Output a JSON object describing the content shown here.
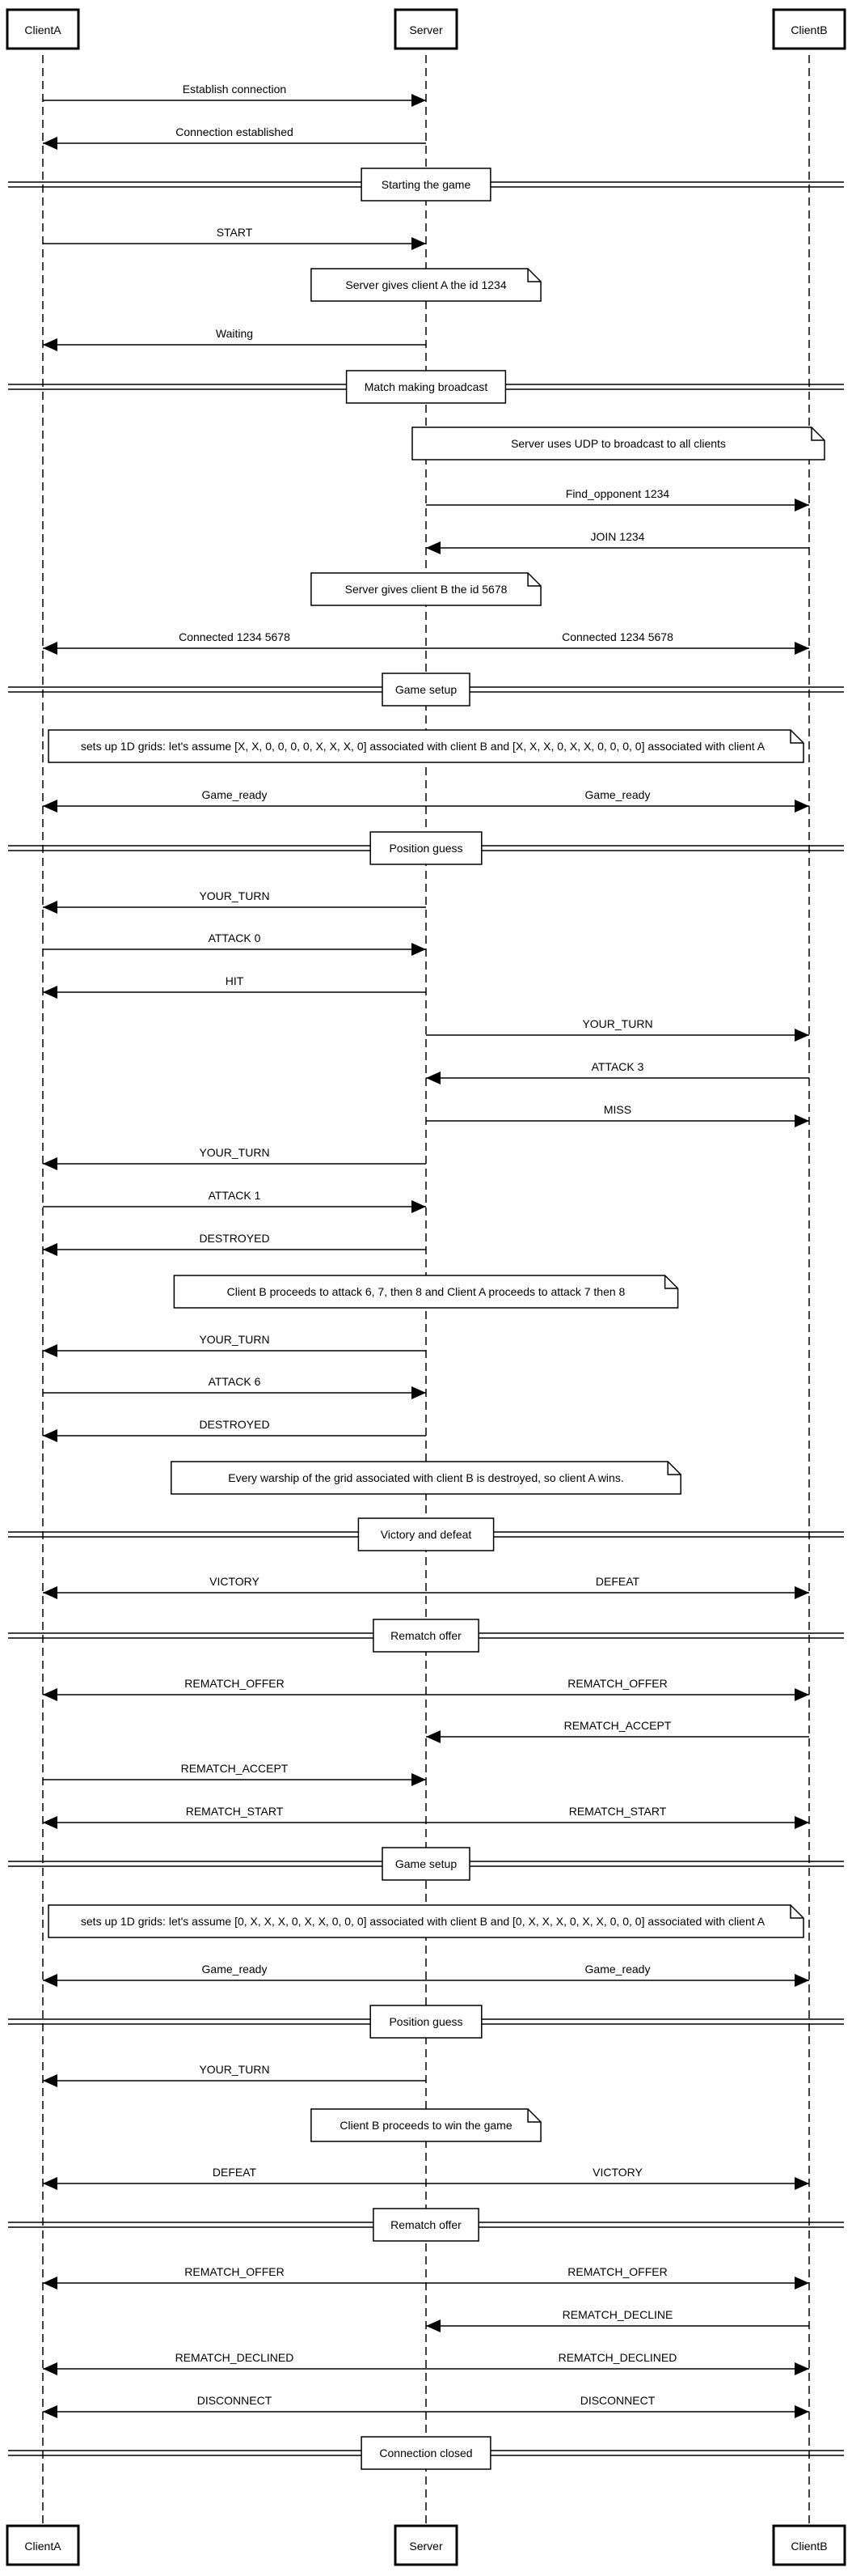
{
  "participants": [
    "ClientA",
    "Server",
    "ClientB"
  ],
  "steps": [
    {
      "kind": "msg",
      "from": "ClientA",
      "to": "Server",
      "label": "Establish connection"
    },
    {
      "kind": "msg",
      "from": "Server",
      "to": "ClientA",
      "label": "Connection established"
    },
    {
      "kind": "divider",
      "label": "Starting the game"
    },
    {
      "kind": "msg",
      "from": "ClientA",
      "to": "Server",
      "label": "START"
    },
    {
      "kind": "note",
      "span": "Server",
      "label": "Server gives client A the id 1234"
    },
    {
      "kind": "msg",
      "from": "Server",
      "to": "ClientA",
      "label": "Waiting"
    },
    {
      "kind": "divider",
      "label": "Match making broadcast"
    },
    {
      "kind": "note",
      "span": "Server-ClientB",
      "label": "Server uses UDP to broadcast to all clients"
    },
    {
      "kind": "msg",
      "from": "Server",
      "to": "ClientB",
      "label": "Find_opponent 1234"
    },
    {
      "kind": "msg",
      "from": "ClientB",
      "to": "Server",
      "label": "JOIN 1234"
    },
    {
      "kind": "note",
      "span": "Server",
      "label": "Server gives client B the id 5678"
    },
    {
      "kind": "both",
      "labelA": "Connected 1234 5678",
      "labelB": "Connected 1234 5678"
    },
    {
      "kind": "divider",
      "label": "Game setup"
    },
    {
      "kind": "note",
      "span": "all",
      "label": "sets up 1D grids: let's assume [X, X, 0, 0, 0, 0, X, X, X, 0] associated with client B and [X, X, X, 0, X, X, 0, 0, 0, 0] associated with client A"
    },
    {
      "kind": "both",
      "labelA": "Game_ready",
      "labelB": "Game_ready"
    },
    {
      "kind": "divider",
      "label": "Position guess"
    },
    {
      "kind": "msg",
      "from": "Server",
      "to": "ClientA",
      "label": "YOUR_TURN"
    },
    {
      "kind": "msg",
      "from": "ClientA",
      "to": "Server",
      "label": "ATTACK 0"
    },
    {
      "kind": "msg",
      "from": "Server",
      "to": "ClientA",
      "label": "HIT"
    },
    {
      "kind": "msg",
      "from": "Server",
      "to": "ClientB",
      "label": "YOUR_TURN"
    },
    {
      "kind": "msg",
      "from": "ClientB",
      "to": "Server",
      "label": "ATTACK 3"
    },
    {
      "kind": "msg",
      "from": "Server",
      "to": "ClientB",
      "label": "MISS"
    },
    {
      "kind": "msg",
      "from": "Server",
      "to": "ClientA",
      "label": "YOUR_TURN"
    },
    {
      "kind": "msg",
      "from": "ClientA",
      "to": "Server",
      "label": "ATTACK 1"
    },
    {
      "kind": "msg",
      "from": "Server",
      "to": "ClientA",
      "label": "DESTROYED"
    },
    {
      "kind": "note",
      "span": "wide",
      "label": "Client B proceeds to attack 6, 7, then 8 and Client A proceeds to attack 7 then 8"
    },
    {
      "kind": "msg",
      "from": "Server",
      "to": "ClientA",
      "label": "YOUR_TURN"
    },
    {
      "kind": "msg",
      "from": "ClientA",
      "to": "Server",
      "label": "ATTACK 6"
    },
    {
      "kind": "msg",
      "from": "Server",
      "to": "ClientA",
      "label": "DESTROYED"
    },
    {
      "kind": "note",
      "span": "wide",
      "label": "Every warship of the grid associated with client B is destroyed, so client A wins."
    },
    {
      "kind": "divider",
      "label": "Victory and defeat"
    },
    {
      "kind": "both",
      "labelA": "VICTORY",
      "labelB": "DEFEAT"
    },
    {
      "kind": "divider",
      "label": "Rematch offer"
    },
    {
      "kind": "both",
      "labelA": "REMATCH_OFFER",
      "labelB": "REMATCH_OFFER"
    },
    {
      "kind": "msg",
      "from": "ClientB",
      "to": "Server",
      "label": "REMATCH_ACCEPT"
    },
    {
      "kind": "msg",
      "from": "ClientA",
      "to": "Server",
      "label": "REMATCH_ACCEPT"
    },
    {
      "kind": "both",
      "labelA": "REMATCH_START",
      "labelB": "REMATCH_START"
    },
    {
      "kind": "divider",
      "label": "Game setup"
    },
    {
      "kind": "note",
      "span": "all",
      "label": "sets up 1D grids: let's assume [0, X, X, X, 0, X, X, 0, 0, 0] associated with client B and [0, X, X, X, 0, X, X, 0, 0, 0] associated with client A"
    },
    {
      "kind": "both",
      "labelA": "Game_ready",
      "labelB": "Game_ready"
    },
    {
      "kind": "divider",
      "label": "Position guess"
    },
    {
      "kind": "msg",
      "from": "Server",
      "to": "ClientA",
      "label": "YOUR_TURN"
    },
    {
      "kind": "note",
      "span": "Server",
      "label": "Client B proceeds to win the game"
    },
    {
      "kind": "both",
      "labelA": "DEFEAT",
      "labelB": "VICTORY"
    },
    {
      "kind": "divider",
      "label": "Rematch offer"
    },
    {
      "kind": "both",
      "labelA": "REMATCH_OFFER",
      "labelB": "REMATCH_OFFER"
    },
    {
      "kind": "msg",
      "from": "ClientB",
      "to": "Server",
      "label": "REMATCH_DECLINE"
    },
    {
      "kind": "both",
      "labelA": "REMATCH_DECLINED",
      "labelB": "REMATCH_DECLINED"
    },
    {
      "kind": "both",
      "labelA": "DISCONNECT",
      "labelB": "DISCONNECT"
    },
    {
      "kind": "divider",
      "label": "Connection closed"
    }
  ]
}
